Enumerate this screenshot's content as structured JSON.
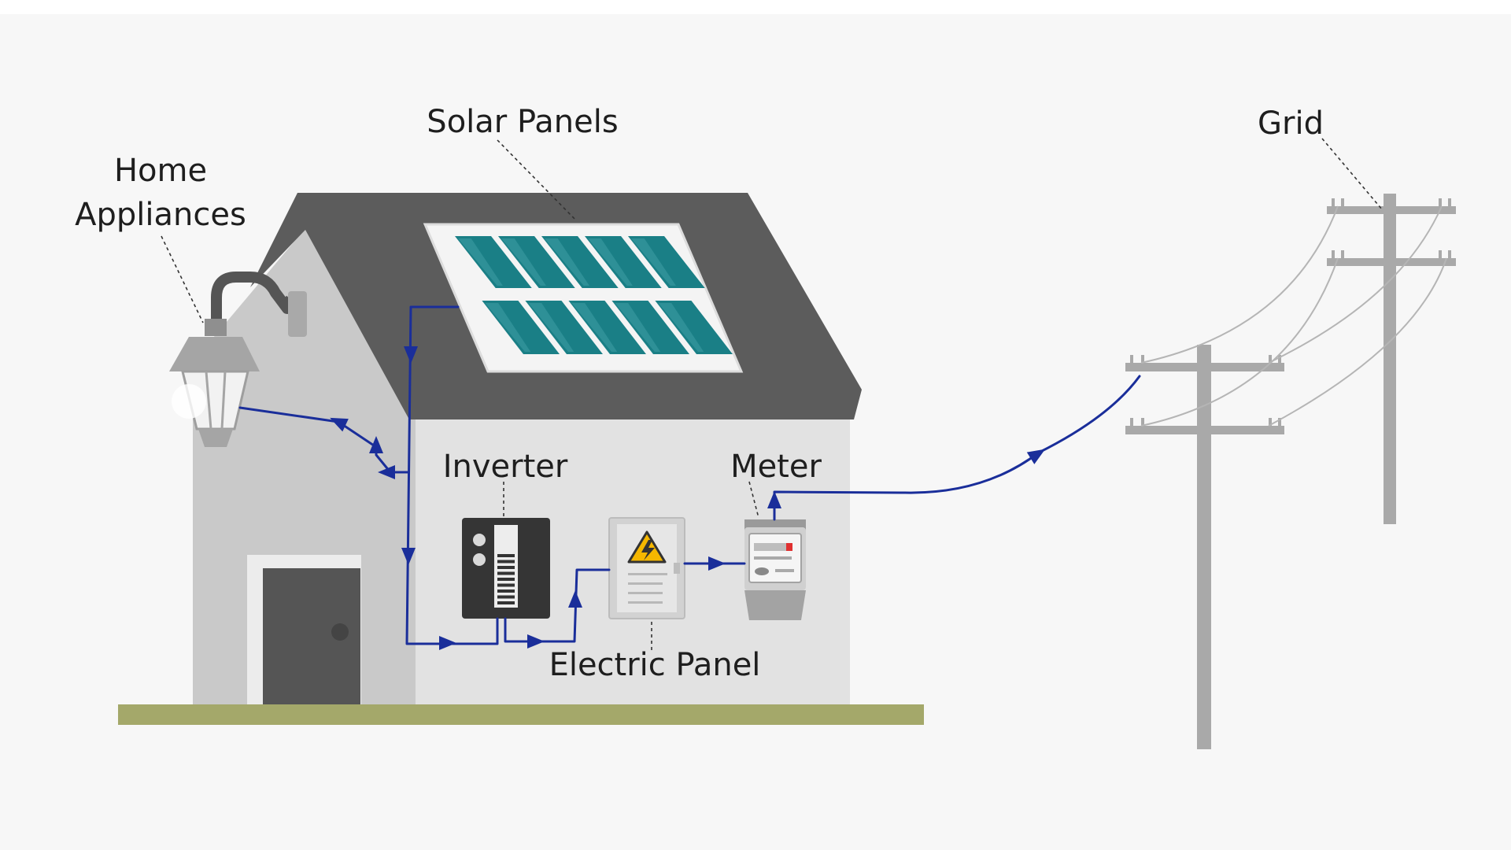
{
  "labels": {
    "home_appliances_line1": "Home",
    "home_appliances_line2": "Appliances",
    "solar_panels": "Solar Panels",
    "grid": "Grid",
    "inverter": "Inverter",
    "meter": "Meter",
    "electric_panel": "Electric Panel"
  },
  "colors": {
    "background": "#f7f7f7",
    "roof": "#5a5a5a",
    "wall": "#d9d9d9",
    "solar_cell": "#1a7f86",
    "wire": "#1a2e9a",
    "ground": "#a4a86a",
    "pole": "#a9a9a9"
  }
}
